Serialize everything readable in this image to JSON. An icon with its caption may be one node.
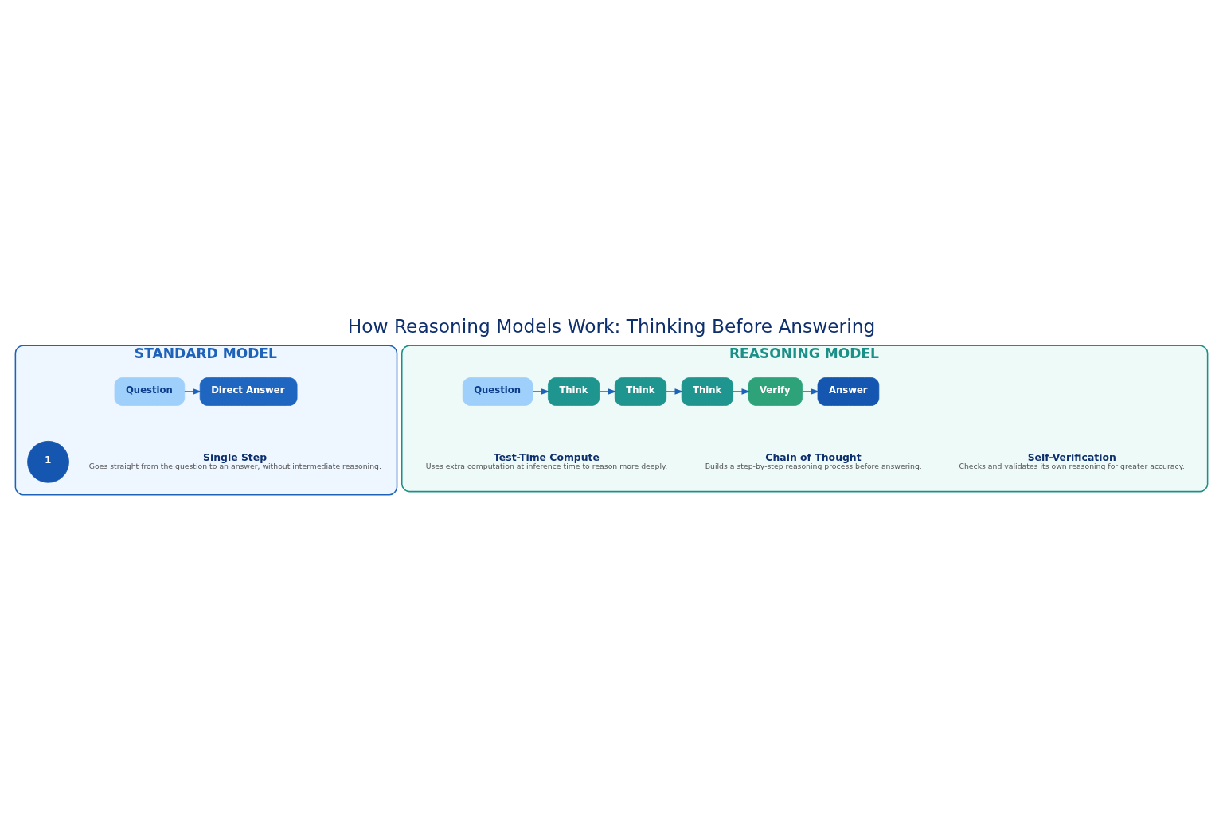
{
  "diagram": {
    "title": "How Reasoning Models Work: Thinking Before Answering",
    "nodes": [
      {
        "text": [
          "STANDARD MODEL"
        ]
      },
      {
        "text": [
          "Question"
        ],
        "in": 0
      },
      {
        "text": [
          "Direct Answer"
        ],
        "in": 0
      },
      {
        "text": [
          "1"
        ],
        "in": 0,
        "beside": [
          "Single Step",
          "Goes straight from the question to an answer, without intermediate reasoning."
        ]
      },
      {
        "text": [
          "REASONING MODEL"
        ]
      },
      {
        "text": [
          "Question"
        ],
        "in": 4
      },
      {
        "text": [
          "Think"
        ],
        "in": 4
      },
      {
        "text": [
          "Think"
        ],
        "in": 4
      },
      {
        "text": [
          "Think"
        ],
        "in": 4
      },
      {
        "text": [
          "Verify"
        ],
        "in": 4
      },
      {
        "text": [
          "Answer"
        ],
        "in": 4
      },
      {
        "text": [
          "Test-Time Compute",
          "Uses extra computation at inference time to reason more deeply."
        ],
        "in": 4
      },
      {
        "text": [
          "Chain of Thought",
          "Builds a step-by-step reasoning process before answering."
        ],
        "in": 4
      },
      {
        "text": [
          "Self-Verification",
          "Checks and validates its own reasoning for greater accuracy."
        ],
        "in": 4
      }
    ],
    "edges": [
      {
        "from": 1,
        "to": 2,
        "arrow": "to"
      },
      {
        "from": 5,
        "to": 6,
        "arrow": "to"
      },
      {
        "from": 6,
        "to": 7,
        "arrow": "to"
      },
      {
        "from": 7,
        "to": 8,
        "arrow": "to"
      },
      {
        "from": 8,
        "to": 9,
        "arrow": "to"
      },
      {
        "from": 9,
        "to": 10,
        "arrow": "to"
      }
    ]
  }
}
